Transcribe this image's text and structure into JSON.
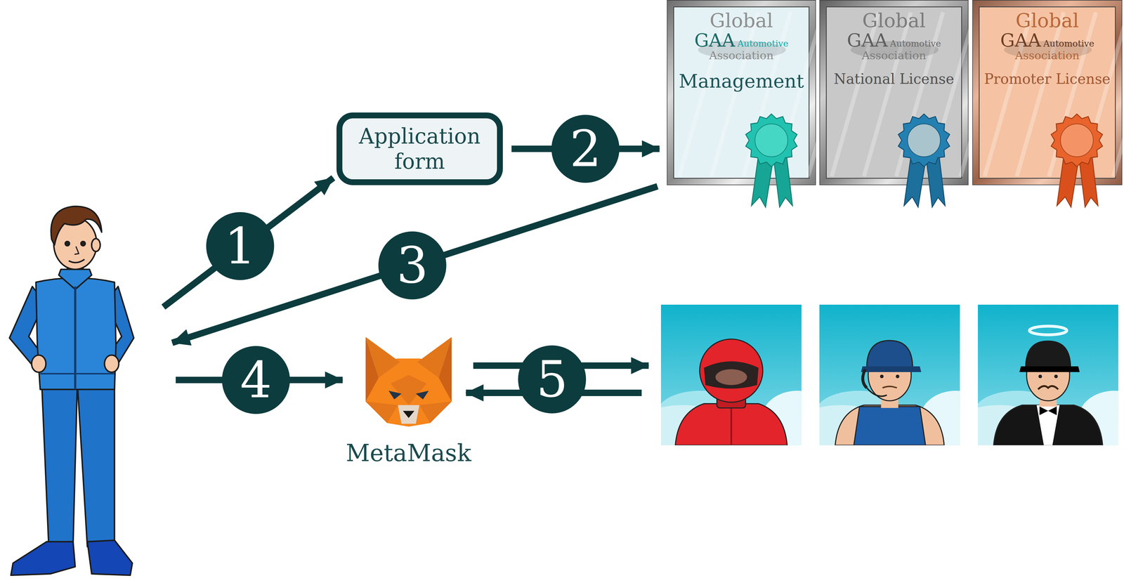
{
  "diagram": {
    "nodes": [
      {
        "text": [
          "Application form"
        ]
      },
      {
        "text": [
          "Global",
          "GAA",
          "Automotive",
          "Association",
          "Management"
        ]
      },
      {
        "text": [
          "Global",
          "GAA",
          "Automotive",
          "Association",
          "National License"
        ]
      },
      {
        "text": [
          "Global",
          "GAA",
          "Automotive",
          "Association",
          "Promoter License"
        ]
      },
      {
        "text": [
          "MetaMask"
        ]
      }
    ],
    "edges": [
      {
        "from": 0,
        "to": 1,
        "arrow": "to",
        "label": "2"
      }
    ],
    "labels": [
      "1",
      "3",
      "4",
      "5"
    ]
  }
}
